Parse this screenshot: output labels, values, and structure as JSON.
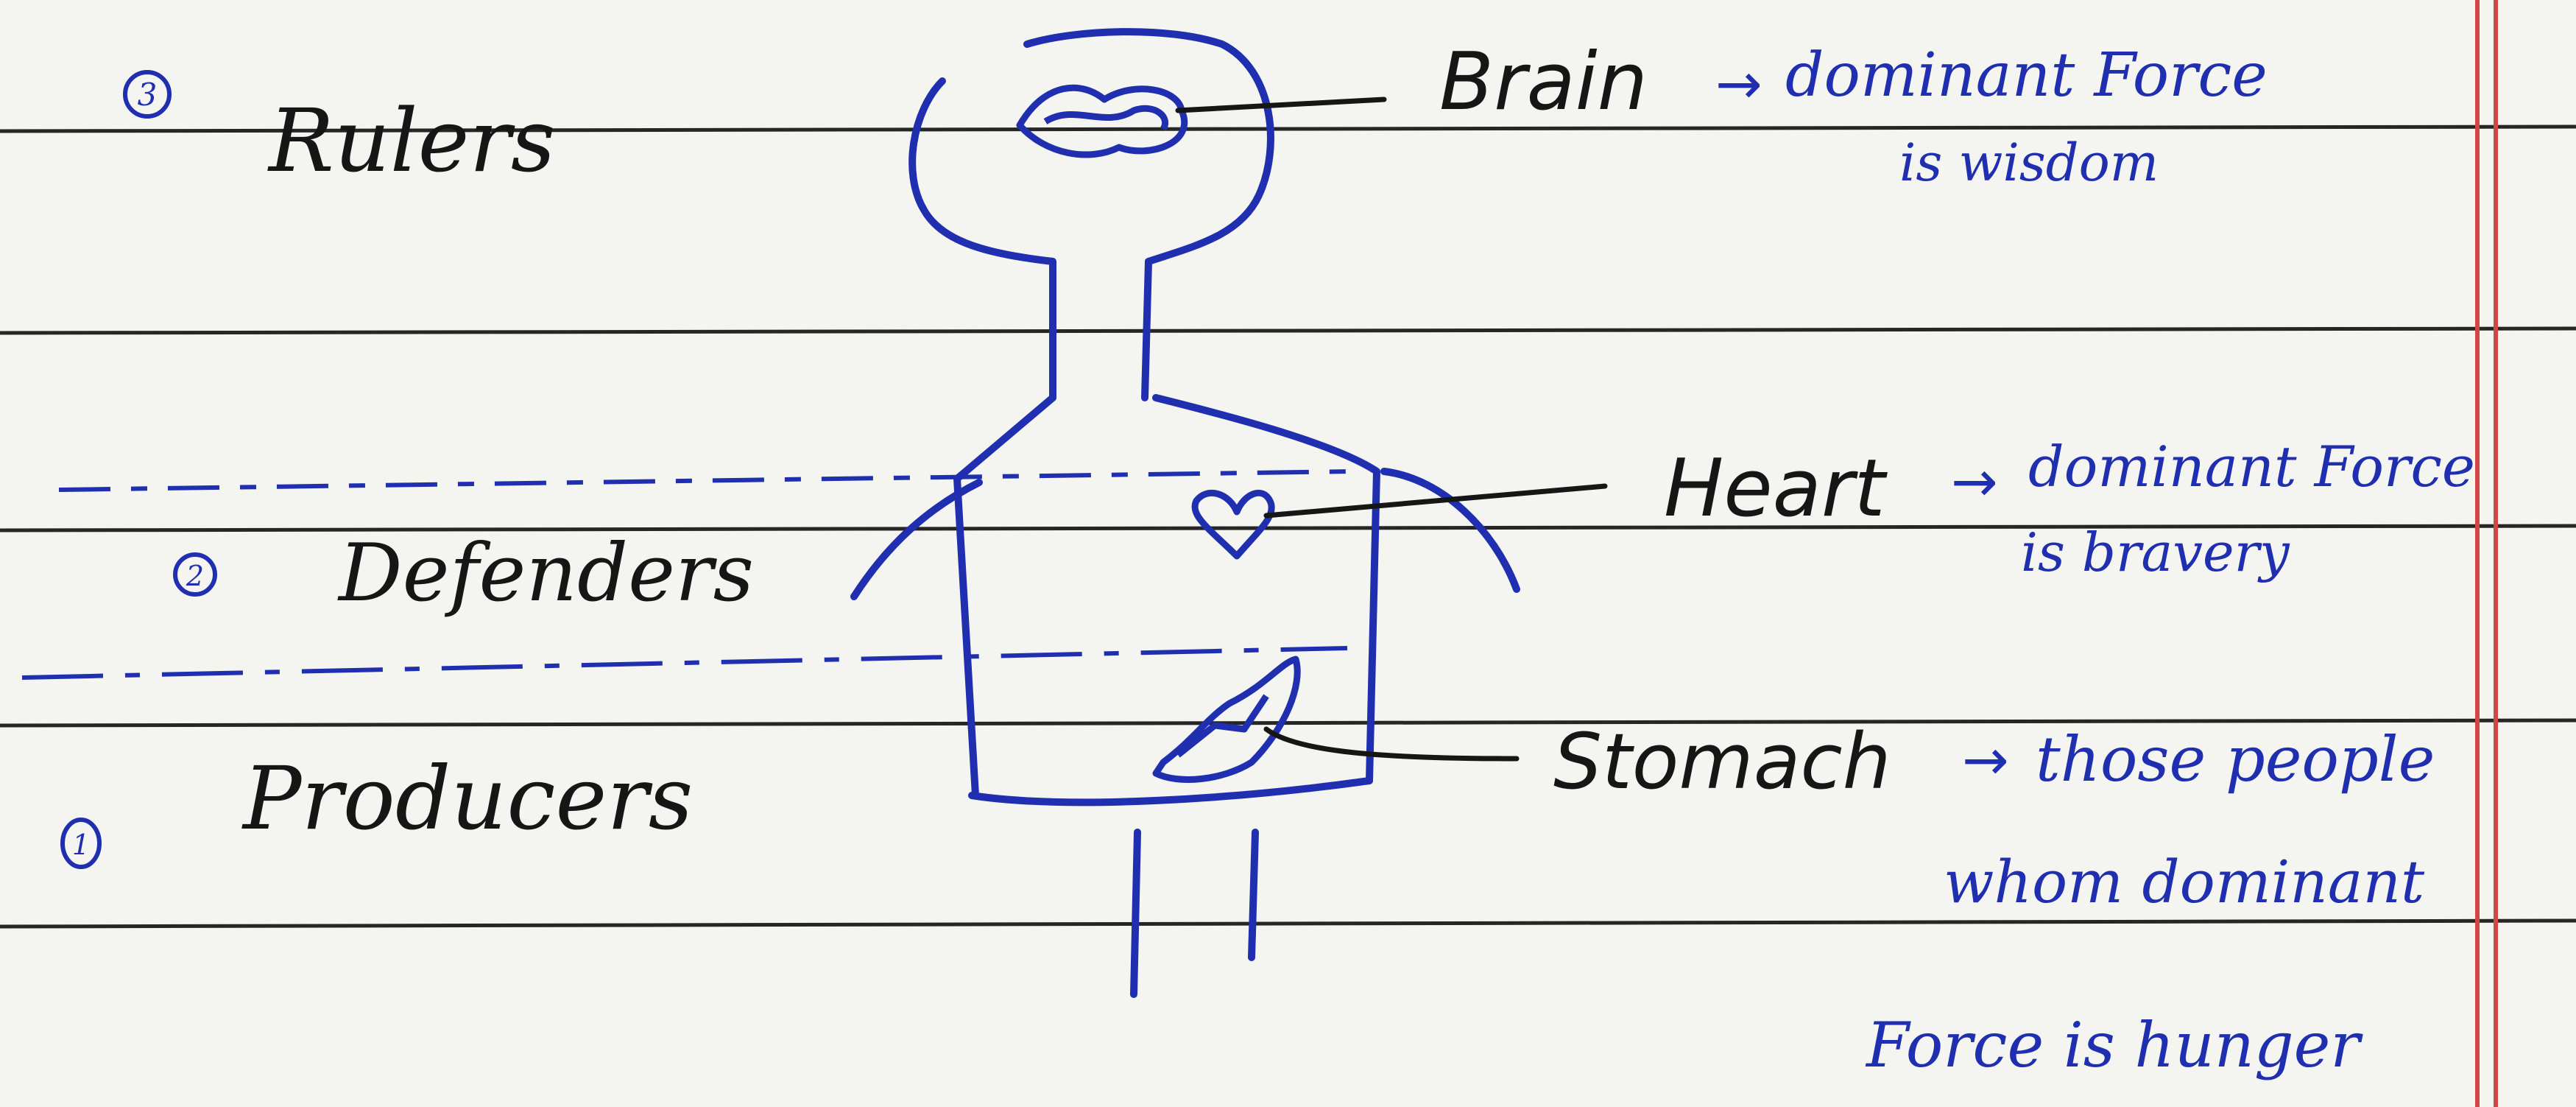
{
  "colors": {
    "paper": "#f4f4f1",
    "rule_line": "#262626",
    "margin_line": "#d2473f",
    "blue_ink": "#1f2fb0",
    "black_ink": "#161616"
  },
  "levels": [
    {
      "number": "3",
      "label": "Rulers"
    },
    {
      "number": "2",
      "label": "Defenders"
    },
    {
      "number": "1",
      "label": "Producers"
    }
  ],
  "organs": [
    {
      "name": "Brain",
      "arrow": "→",
      "note_lines": [
        "dominant Force",
        "is wisdom"
      ]
    },
    {
      "name": "Heart",
      "arrow": "→",
      "note_lines": [
        "dominant Force",
        "is bravery"
      ]
    },
    {
      "name": "Stomach",
      "arrow": "→",
      "note_lines": [
        "those people",
        "whom dominant",
        "Force is hunger"
      ]
    }
  ]
}
